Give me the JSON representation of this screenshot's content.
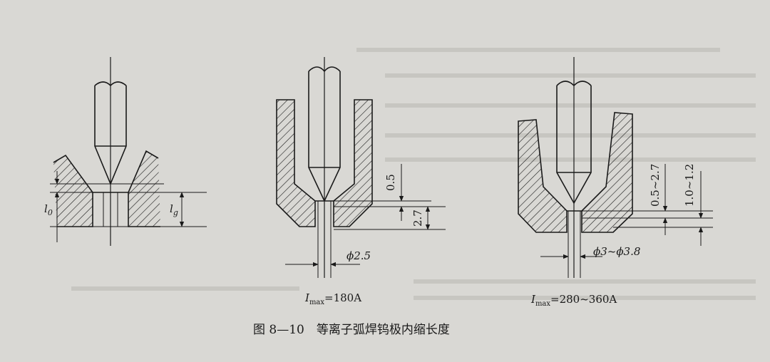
{
  "caption": "图 8—10　等离子弧焊钨极内缩长度",
  "fig1": {
    "label_l0": "l",
    "label_l0_sub": "0",
    "label_lg": "l",
    "label_lg_sub": "g"
  },
  "fig2": {
    "dim_a": "0.5",
    "dim_b": "2.7",
    "dia": "ϕ2.5",
    "imax_sym": "I",
    "imax_sub": "max",
    "imax_val": "=180A"
  },
  "fig3": {
    "dim_a": "0.5~2.7",
    "dim_b": "1.0~1.2",
    "dia": "ϕ3~ϕ3.8",
    "imax_sym": "I",
    "imax_sub": "max",
    "imax_val": "=280~360A"
  },
  "colors": {
    "paper": "#d9d8d4",
    "ink": "#1a1a1a"
  }
}
